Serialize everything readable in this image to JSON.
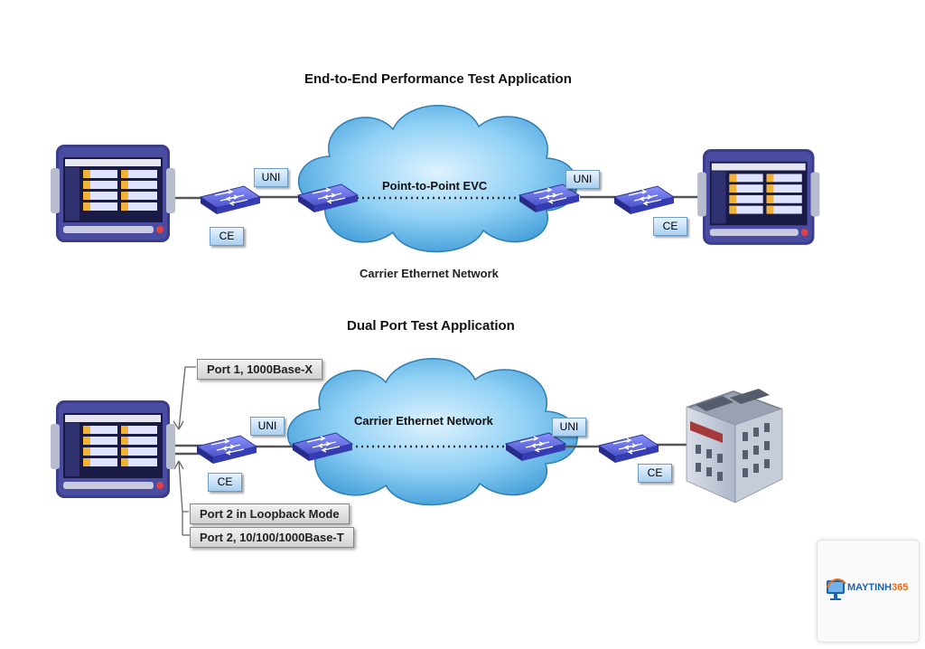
{
  "diagram1": {
    "title": "End-to-End Performance Test Application",
    "cloud_label": "Point-to-Point EVC",
    "network_label": "Carrier Ethernet Network",
    "uni_left": "UNI",
    "uni_right": "UNI",
    "ce_left": "CE",
    "ce_right": "CE"
  },
  "diagram2": {
    "title": "Dual Port Test Application",
    "cloud_label": "Carrier Ethernet Network",
    "uni_left": "UNI",
    "uni_right": "UNI",
    "ce_left": "CE",
    "ce_right": "CE",
    "port1": "Port 1, 1000Base-X",
    "port2_loopback": "Port 2 in Loopback Mode",
    "port2": "Port 2, 10/100/1000Base-T"
  },
  "logo": {
    "brand_main": "MAYTINH",
    "brand_num": "365",
    "colors": {
      "blue": "#1b62b0",
      "orange": "#e66d1a"
    }
  },
  "colors": {
    "cloud_fill": "#5fb6ea",
    "cloud_stroke": "#2f7fb5",
    "switch_top": "#5a63d6",
    "device_body": "#3a3c8c",
    "line": "#555555"
  }
}
